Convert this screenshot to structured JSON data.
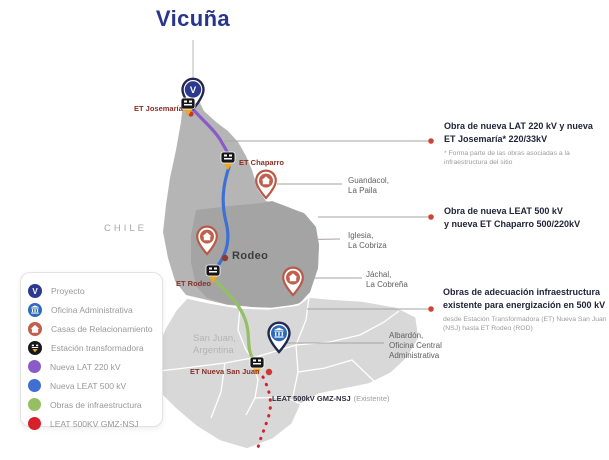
{
  "title": "Vicuña",
  "map": {
    "country_label": "CHILE",
    "region_label": "San Juan,\nArgentina",
    "city_label": "Rodeo",
    "project_letter": "V",
    "et_labels": {
      "josemaria": "ET Josemaría",
      "chaparro": "ET Chaparro",
      "rodeo": "ET Rodeo",
      "nueva_san_juan": "ET Nueva San Juan"
    },
    "existing_line": {
      "bold": "LEAT 500kV GMZ-NSJ",
      "light": "(Existente)"
    },
    "place_labels": [
      {
        "text": "Guandacol,\nLa Paila"
      },
      {
        "text": "Iglesia,\nLa Cobriza"
      },
      {
        "text": "Jáchal,\nLa Cobreña"
      },
      {
        "text": "Albardón,\nOficina Central\nAdministrativa"
      }
    ]
  },
  "annotations": [
    {
      "title": "Obra de nueva LAT 220 kV y nueva\nET Josemaría* 220/33kV",
      "note": "* Forma parte de las obras asociadas a la\ninfraestructura del sitio"
    },
    {
      "title": "Obra de nueva LEAT 500 kV\ny nueva ET Chaparro 500/220kV",
      "note": ""
    },
    {
      "title": "Obras de adecuación infraestructura\nexistente para energización en 500 kV",
      "note": "desde Estación Transformadora (ET) Nueva San Juan\n(NSJ) hasta ET Rodeo (ROD)"
    }
  ],
  "legend": {
    "items": [
      {
        "label": "Proyecto",
        "icon": "project-v-icon",
        "color": "#2b3990"
      },
      {
        "label": "Oficina Administrativa",
        "icon": "office-building-icon",
        "color": "#2e6cbb"
      },
      {
        "label": "Casas de Relacionamiento",
        "icon": "house-icon",
        "color": "#c05f4e"
      },
      {
        "label": "Estación transformadora",
        "icon": "transformer-icon",
        "color": "#17171a"
      },
      {
        "label": "Nueva LAT 220 kV",
        "icon": "line-swatch",
        "color": "#8a5bc8"
      },
      {
        "label": "Nueva LEAT 500 kV",
        "icon": "line-swatch",
        "color": "#3f6fd1"
      },
      {
        "label": "Obras de infraestructura",
        "icon": "line-swatch",
        "color": "#94c063"
      },
      {
        "label": "LEAT 500KV GMZ-NSJ",
        "icon": "line-swatch",
        "color": "#d6212b"
      }
    ]
  },
  "colors": {
    "map_north": "#b5b5b5",
    "map_inner": "#a4a4a4",
    "map_south": "#d8d8d8",
    "title": "#27358c",
    "et_label": "#8a2f26",
    "connector_dot": "#cc4437",
    "transformer_yellow": "#f2a71b"
  }
}
